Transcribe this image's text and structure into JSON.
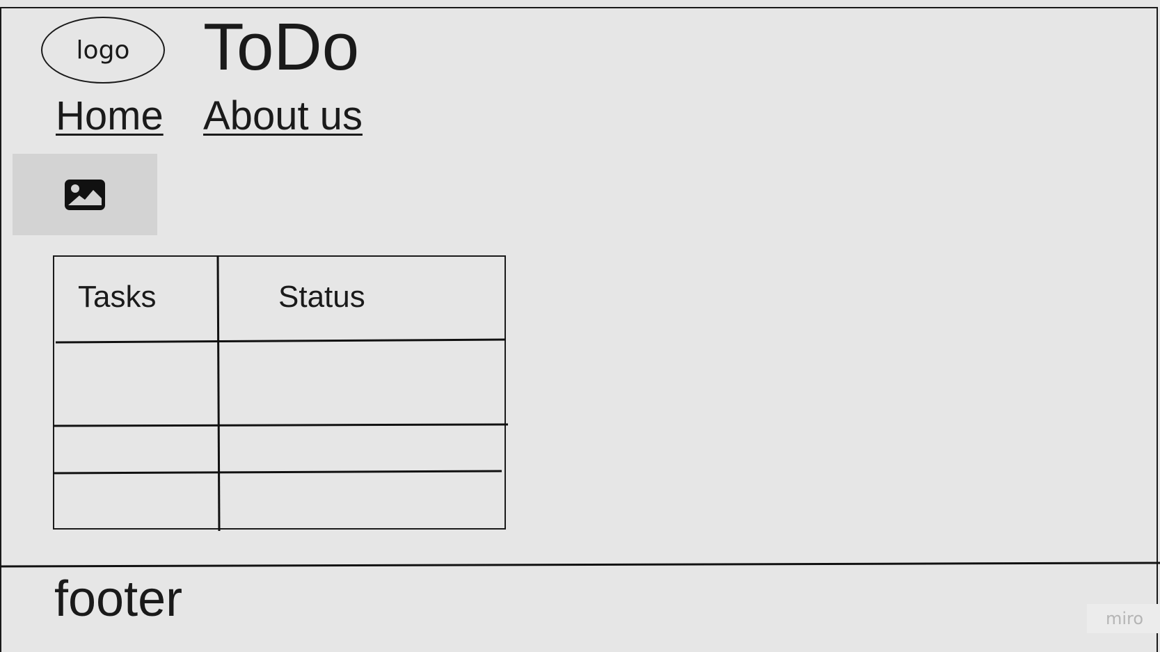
{
  "header": {
    "logo_text": "logo",
    "title": "ToDo"
  },
  "nav": {
    "items": [
      {
        "label": "Home"
      },
      {
        "label": "About us"
      }
    ]
  },
  "image_placeholder": {
    "icon": "image-icon"
  },
  "table": {
    "columns": [
      "Tasks",
      "Status"
    ],
    "rows": [
      [
        "",
        ""
      ],
      [
        "",
        ""
      ],
      [
        "",
        ""
      ]
    ]
  },
  "footer": {
    "text": "footer"
  },
  "watermark": {
    "text": "miro"
  }
}
